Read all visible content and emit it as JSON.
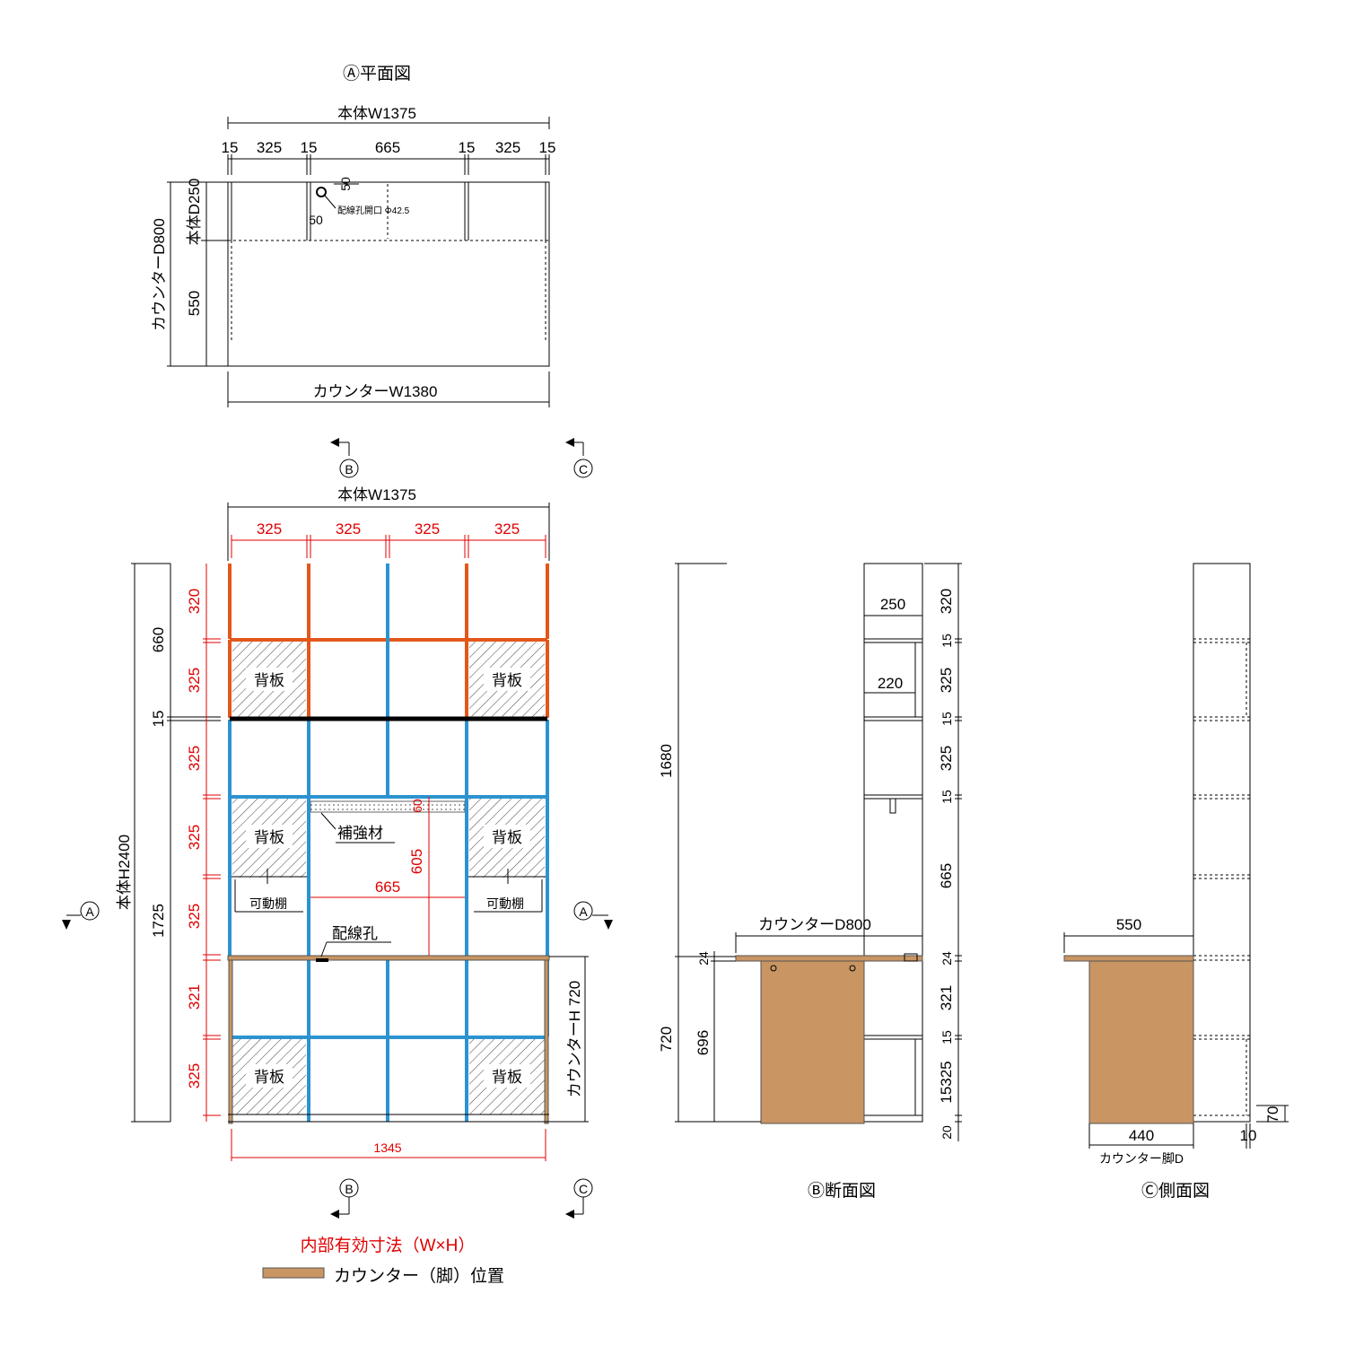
{
  "plan": {
    "title": "Ⓐ平面図",
    "body_w": "本体W1375",
    "seg_15a": "15",
    "seg_325a": "325",
    "seg_15b": "15",
    "seg_665": "665",
    "seg_15c": "15",
    "seg_325b": "325",
    "seg_15d": "15",
    "hole_50a": "50",
    "hole_50b": "50",
    "hole_label": "配線孔開口 Φ42.5",
    "counter_d": "カウンターD800",
    "body_d": "本体D250",
    "d550": "550",
    "counter_w": "カウンターW1380"
  },
  "markers": {
    "B": "B",
    "C": "C",
    "A": "A"
  },
  "front": {
    "body_w": "本体W1375",
    "col1": "325",
    "col2": "325",
    "col3": "325",
    "col4": "325",
    "h660": "660",
    "h15": "15",
    "h1725": "1725",
    "body_h": "本体H2400",
    "r320": "320",
    "r325a": "325",
    "r325b": "325",
    "r325c": "325",
    "r325d": "325",
    "r321": "321",
    "r325e": "325",
    "backboard": "背板",
    "reinforce": "補強材",
    "movable": "可動棚",
    "wiring": "配線孔",
    "w665": "665",
    "h60": "60",
    "h605": "605",
    "counter_h": "カウンターH 720",
    "w1345": "1345"
  },
  "section_b": {
    "title": "Ⓑ断面図",
    "h1680": "1680",
    "h720": "720",
    "h24": "24",
    "h696": "696",
    "d250": "250",
    "d220": "220",
    "counter_d": "カウンターD800",
    "r320": "320",
    "r15a": "15",
    "r325a": "325",
    "r15b": "15",
    "r325b": "325",
    "r15c": "15",
    "r665": "665",
    "r24": "24",
    "r321": "321",
    "r15d": "15",
    "r15325": "15325",
    "r20": "20"
  },
  "side_c": {
    "title": "Ⓒ側面図",
    "d550": "550",
    "d440": "440",
    "d10": "10",
    "h70": "70",
    "leg_d": "カウンター脚D"
  },
  "legend": {
    "inner": "内部有効寸法（W×H）",
    "counter": "カウンター（脚）位置"
  },
  "colors": {
    "orange": "#e2581a",
    "blue": "#2c93d0",
    "wood": "#c99563",
    "red": "#e00000"
  }
}
